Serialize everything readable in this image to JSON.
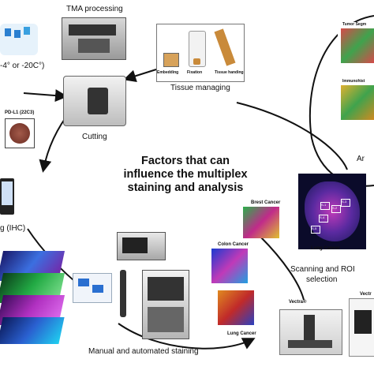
{
  "center": {
    "line1": "Factors that can",
    "line2": "influence the multiplex",
    "line3": "staining and analysis"
  },
  "steps": {
    "tma": "TMA processing",
    "storage": "-4° or -20C°)",
    "pdl1": "PD-L1 (22C3)",
    "cutting": "Cutting",
    "tissue": "Tissue managing",
    "ihc": "g (IHC)",
    "staining": "Manual and automated staining",
    "scanning_line1": "Scanning and ROI",
    "scanning_line2": "selection",
    "analysis": "Ar"
  },
  "tissue_sub": {
    "embedding": "Embedding",
    "fixation": "Fixation",
    "handling": "Tissue handing"
  },
  "cancers": {
    "breast": "Brest Cancer",
    "lung_big": "Lung Cancer",
    "colon": "Colon Cancer",
    "lung_small": "Lung Cancer"
  },
  "devices": {
    "vectra": "Vectra®",
    "vectra2": "Vectr"
  },
  "analysis_panel": {
    "top_label": "Tumor Segm",
    "mid_label": "Immunohist"
  },
  "roi_boxes": [
    "S-1",
    "S-2",
    "S-3",
    "S-4",
    "S-5"
  ]
}
